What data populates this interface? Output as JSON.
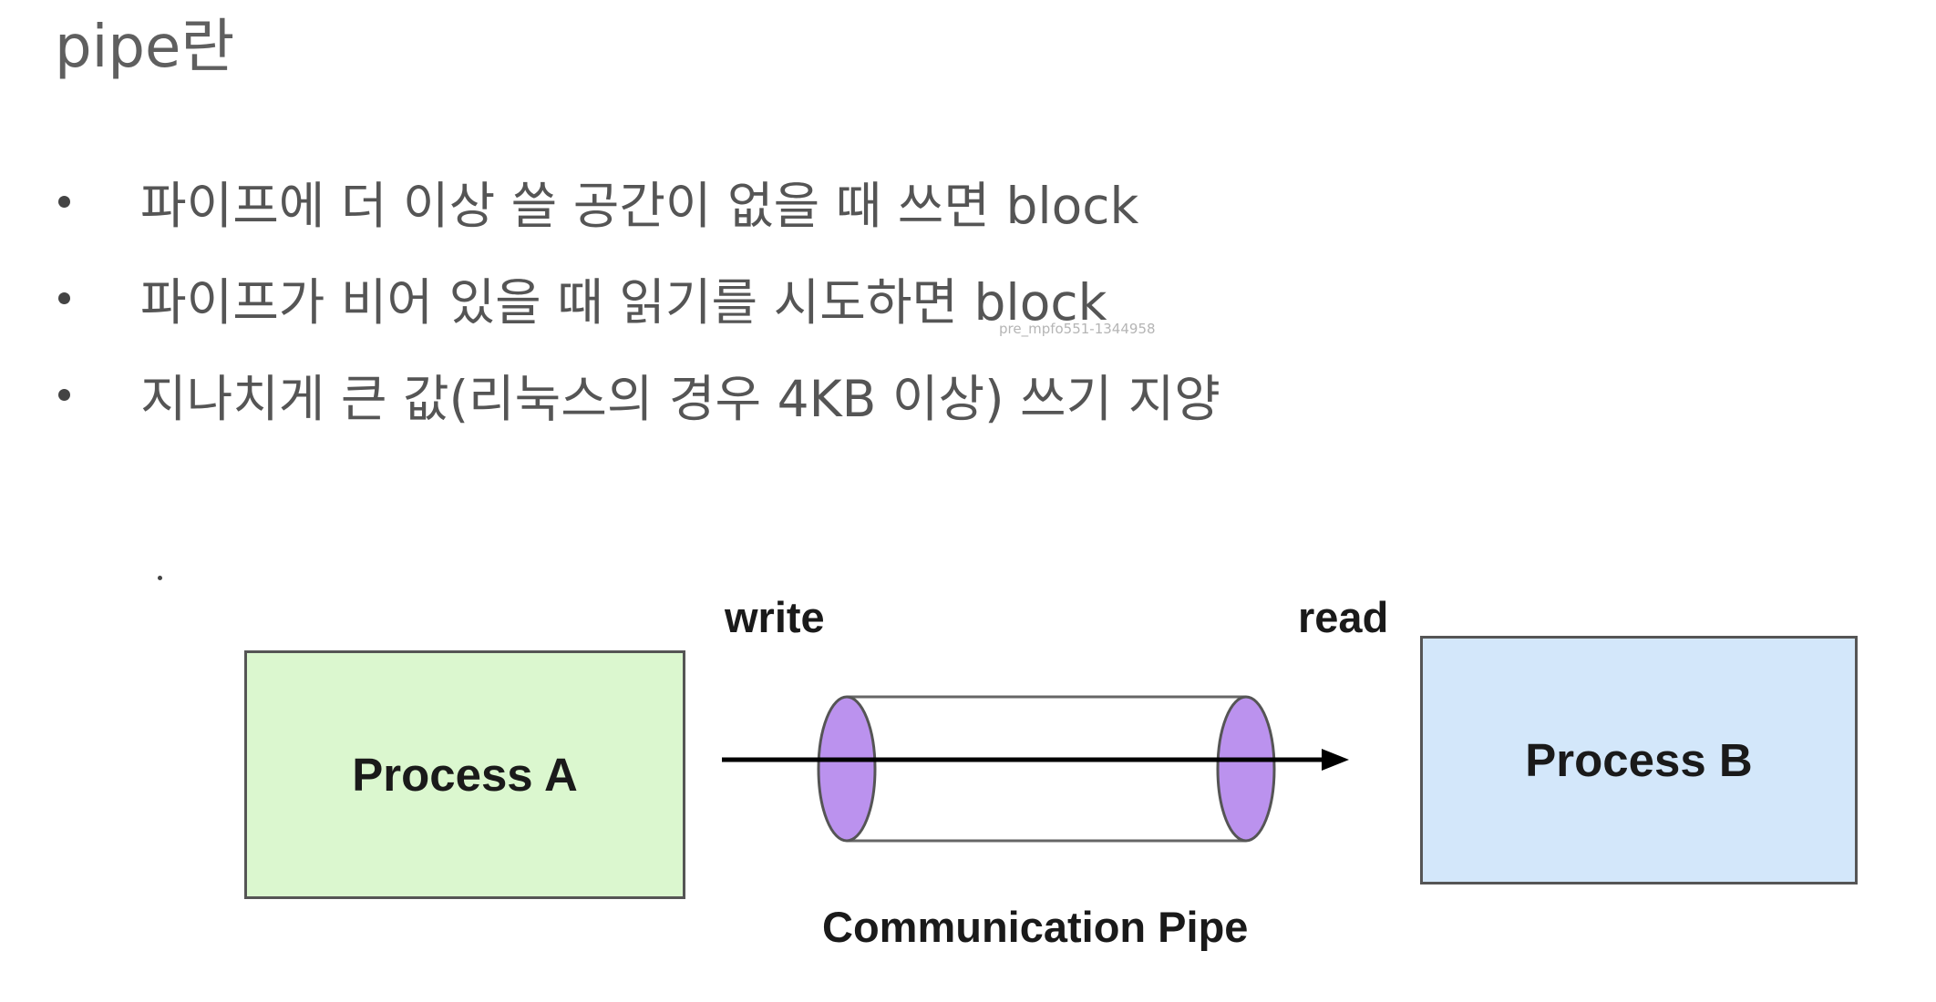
{
  "slide": {
    "title": "pipe란",
    "bullets": [
      "파이프에 더 이상 쓸 공간이 없을 때 쓰면 block",
      "파이프가 비어 있을 때 읽기를 시도하면 block",
      "지나치게 큰 값(리눅스의 경우 4KB 이상) 쓰기 지양"
    ],
    "watermark": "pre_mpfo551-1344958"
  },
  "diagram": {
    "process_a": "Process A",
    "process_b": "Process B",
    "write_label": "write",
    "read_label": "read",
    "pipe_label": "Communication Pipe",
    "colors": {
      "process_a_fill": "#dbf7cf",
      "process_b_fill": "#d3e7fa",
      "pipe_end_fill": "#bb92ee"
    }
  }
}
